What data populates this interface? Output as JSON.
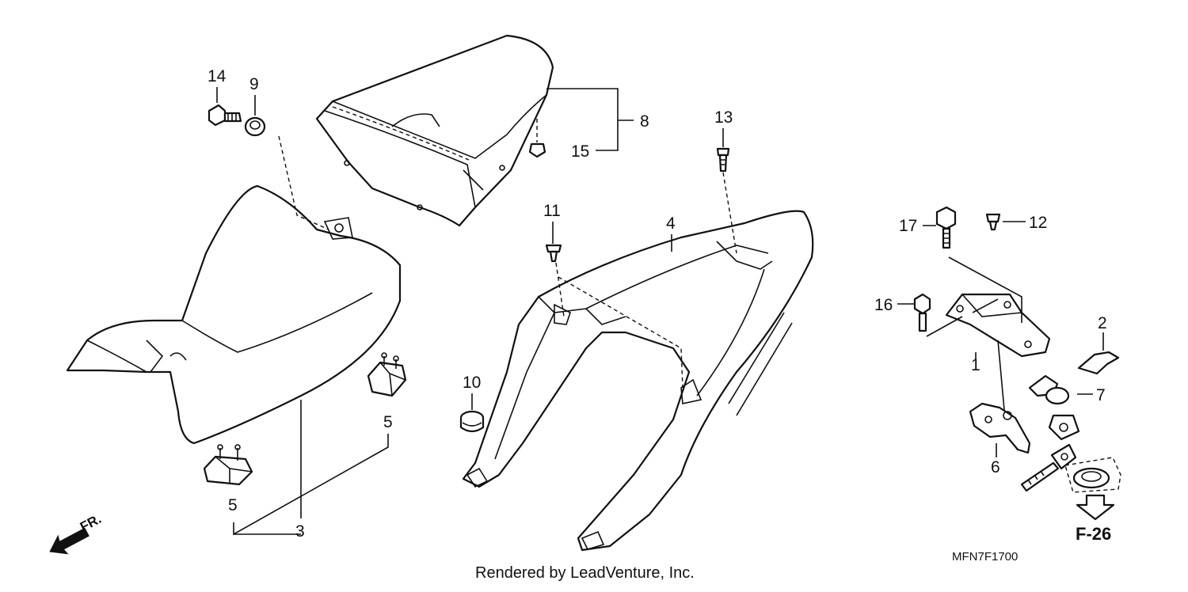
{
  "callouts": {
    "c1": "1",
    "c2": "2",
    "c3": "3",
    "c4": "4",
    "c5a": "5",
    "c5b": "5",
    "c6": "6",
    "c7": "7",
    "c8": "8",
    "c9": "9",
    "c10": "10",
    "c11": "11",
    "c12": "12",
    "c13": "13",
    "c14": "14",
    "c15": "15",
    "c16": "16",
    "c17": "17"
  },
  "direction_label": "FR.",
  "reference_label": "F-26",
  "diagram_code": "MFN7F1700",
  "credit": "Rendered by LeadVenture, Inc."
}
